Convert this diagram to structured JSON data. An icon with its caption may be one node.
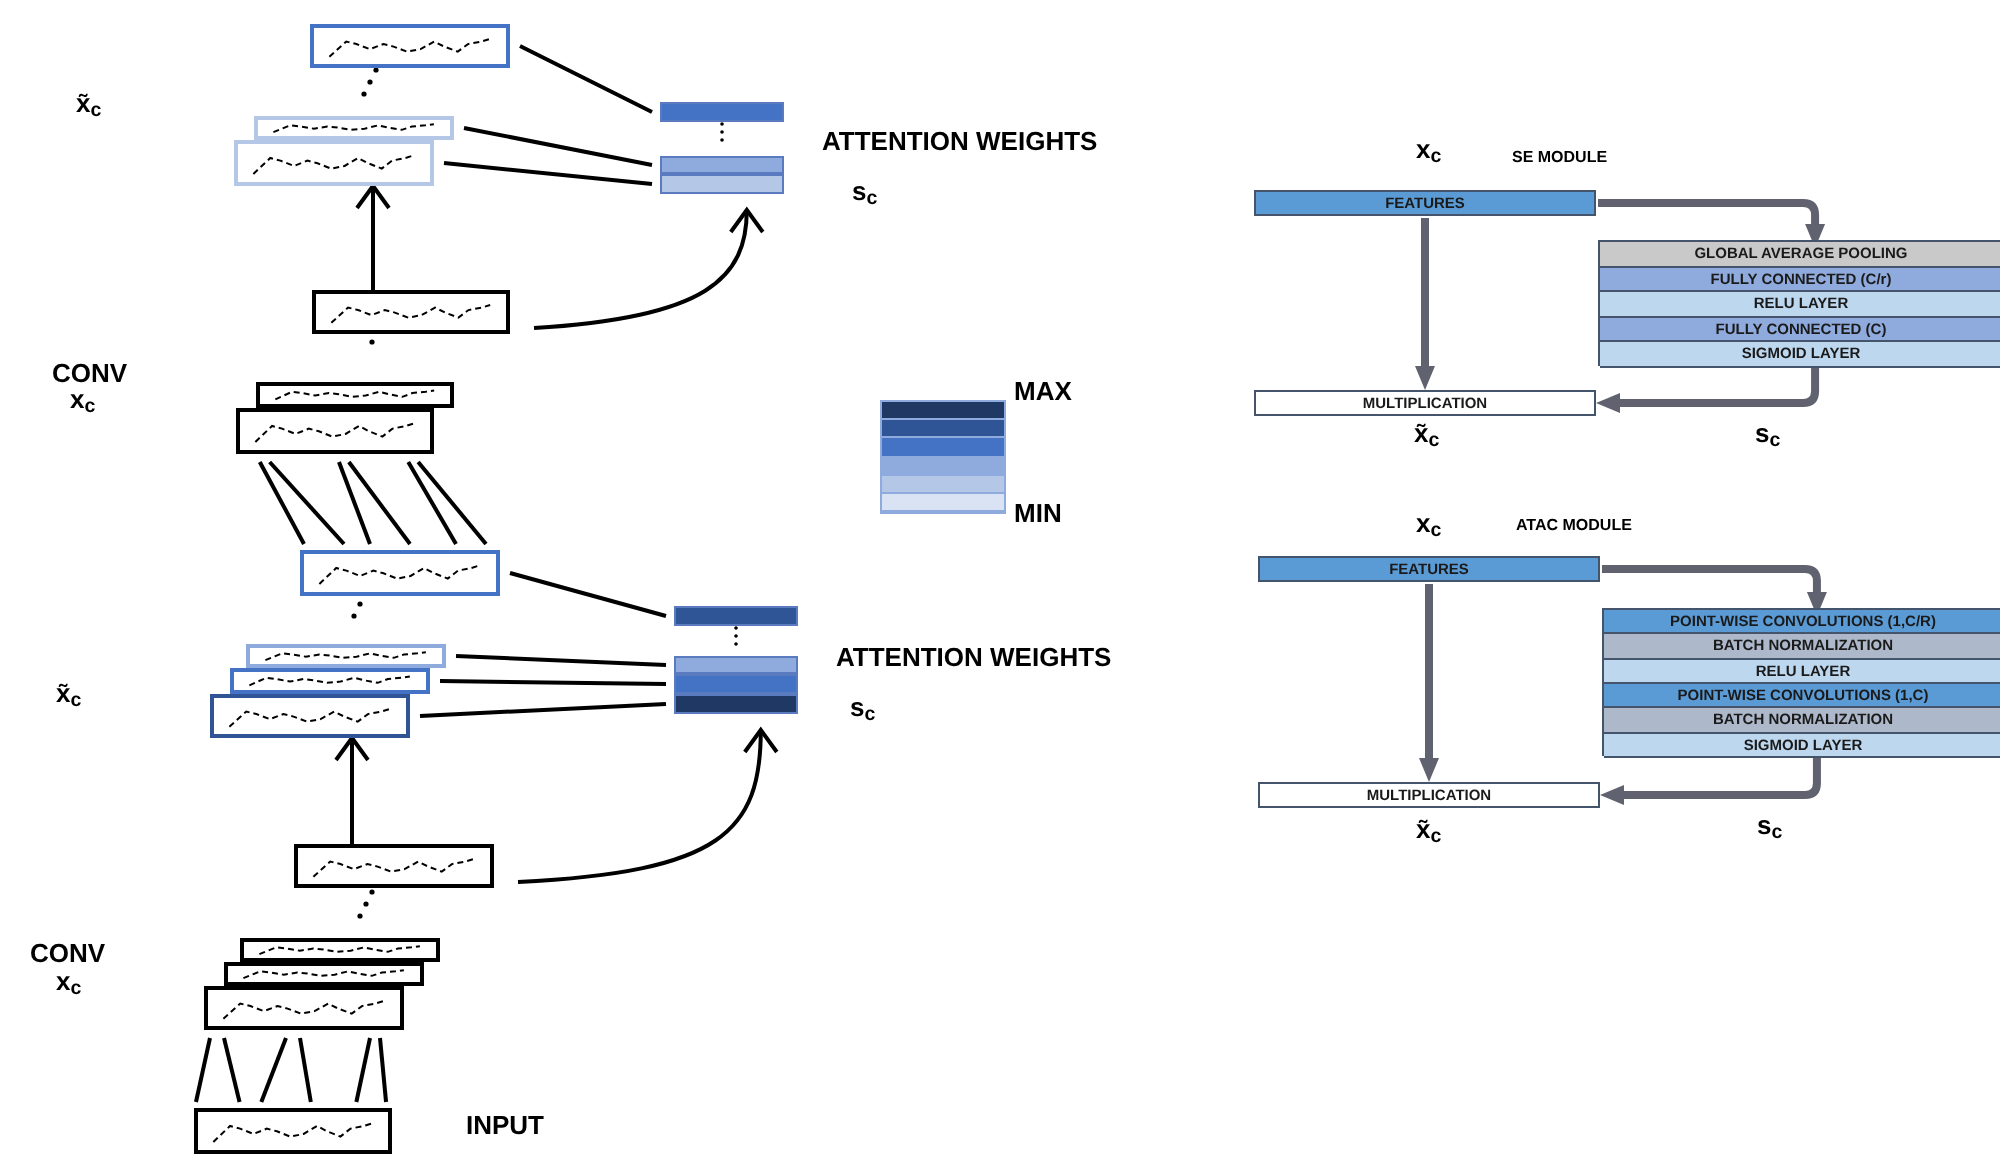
{
  "diagram": {
    "nodes": [
      {
        "text": [],
        "shape": "box"
      },
      {
        "text": [],
        "shape": "box"
      },
      {
        "text": [],
        "shape": "box"
      },
      {
        "text": [],
        "shape": "bar"
      },
      {
        "text": [],
        "shape": "bar"
      },
      {
        "text": [],
        "shape": "bar"
      },
      {
        "text": [],
        "shape": "box"
      },
      {
        "text": [],
        "shape": "box"
      },
      {
        "text": [],
        "shape": "box"
      },
      {
        "text": [],
        "shape": "box"
      },
      {
        "text": [],
        "shape": "box"
      },
      {
        "text": [],
        "shape": "box"
      },
      {
        "text": [],
        "shape": "box"
      },
      {
        "text": [],
        "shape": "bar"
      },
      {
        "text": [],
        "shape": "bar"
      },
      {
        "text": [],
        "shape": "bar"
      },
      {
        "text": [],
        "shape": "bar"
      },
      {
        "text": [],
        "shape": "box"
      },
      {
        "text": [],
        "shape": "box"
      },
      {
        "text": [],
        "shape": "box"
      },
      {
        "text": [],
        "shape": "box"
      },
      {
        "text": [],
        "shape": "box"
      },
      {
        "text": [
          "FEATURES"
        ],
        "beside": [
          "x$_{c}$"
        ]
      },
      {
        "text": [],
        "shape": "box"
      },
      {
        "text": [
          "GLOBAL AVERAGE POOLING"
        ],
        "in": 23
      },
      {
        "text": [
          "FULLY CONNECTED (C/r)"
        ],
        "in": 23
      },
      {
        "text": [
          "RELU LAYER"
        ],
        "in": 23
      },
      {
        "text": [
          "FULLY CONNECTED (C)"
        ],
        "in": 23
      },
      {
        "text": [
          "SIGMOID LAYER"
        ],
        "in": 23
      },
      {
        "text": [
          "MULTIPLICATION"
        ],
        "beside": [
          "x̃$_{c}$"
        ]
      },
      {
        "text": [
          "FEATURES"
        ],
        "beside": [
          "x$_{c}$"
        ]
      },
      {
        "text": [],
        "shape": "box"
      },
      {
        "text": [
          "POINT-WISE CONVOLUTIONS (1,C/R)"
        ],
        "in": 31
      },
      {
        "text": [
          "BATCH NORMALIZATION"
        ],
        "in": 31
      },
      {
        "text": [
          "RELU LAYER"
        ],
        "in": 31
      },
      {
        "text": [
          "POINT-WISE CONVOLUTIONS (1,C)"
        ],
        "in": 31
      },
      {
        "text": [
          "BATCH NORMALIZATION"
        ],
        "in": 31
      },
      {
        "text": [
          "SIGMOID LAYER"
        ],
        "in": 31
      },
      {
        "text": [
          "MULTIPLICATION"
        ],
        "beside": [
          "x̃$_{c}$"
        ]
      }
    ],
    "edges": [
      {
        "from": 0,
        "to": 3,
        "arrow": "none"
      },
      {
        "from": 1,
        "to": 4,
        "arrow": "none"
      },
      {
        "from": 2,
        "to": 5,
        "arrow": "none"
      },
      {
        "from": 6,
        "to": 2,
        "arrow": "to"
      },
      {
        "from": 6,
        "to": 5,
        "arrow": "to"
      },
      {
        "from": 8,
        "to": 9,
        "arrow": "none"
      },
      {
        "from": 8,
        "to": 9,
        "arrow": "none"
      },
      {
        "from": 8,
        "to": 9,
        "arrow": "none"
      },
      {
        "from": 8,
        "to": 9,
        "arrow": "none"
      },
      {
        "from": 8,
        "to": 9,
        "arrow": "none"
      },
      {
        "from": 8,
        "to": 9,
        "arrow": "none"
      },
      {
        "from": 9,
        "to": 13,
        "arrow": "none"
      },
      {
        "from": 10,
        "to": 14,
        "arrow": "none"
      },
      {
        "from": 11,
        "to": 15,
        "arrow": "none"
      },
      {
        "from": 12,
        "to": 16,
        "arrow": "none"
      },
      {
        "from": 17,
        "to": 12,
        "arrow": "to"
      },
      {
        "from": 17,
        "to": 16,
        "arrow": "to"
      },
      {
        "from": 20,
        "to": 21,
        "arrow": "none"
      },
      {
        "from": 20,
        "to": 21,
        "arrow": "none"
      },
      {
        "from": 20,
        "to": 21,
        "arrow": "none"
      },
      {
        "from": 20,
        "to": 21,
        "arrow": "none"
      },
      {
        "from": 20,
        "to": 21,
        "arrow": "none"
      },
      {
        "from": 20,
        "to": 21,
        "arrow": "none"
      },
      {
        "from": 22,
        "to": 23,
        "arrow": "to",
        "style": "thick",
        "color": "#60636f"
      },
      {
        "from": 23,
        "to": 29,
        "arrow": "to",
        "label": "s$_{c}$",
        "style": "thick",
        "color": "#60636f"
      },
      {
        "from": 22,
        "to": 29,
        "arrow": "to",
        "style": "thick",
        "color": "#60636f"
      },
      {
        "from": 30,
        "to": 31,
        "arrow": "to",
        "style": "thick",
        "color": "#60636f"
      },
      {
        "from": 31,
        "to": 38,
        "arrow": "to",
        "label": "s$_{c}$",
        "style": "thick",
        "color": "#60636f"
      },
      {
        "from": 30,
        "to": 38,
        "arrow": "to",
        "style": "thick",
        "color": "#60636f"
      }
    ],
    "labels": [
      "x̃$_{c}$",
      "CONV",
      "x$_{c}$",
      "ATTENTION WEIGHTS",
      "s$_{c}$",
      "MAX",
      "MIN",
      "x̃$_{c}$",
      "ATTENTION WEIGHTS",
      "s$_{c}$",
      "CONV",
      "x$_{c}$",
      "INPUT",
      "SE MODULE",
      "ATAC MODULE"
    ]
  }
}
